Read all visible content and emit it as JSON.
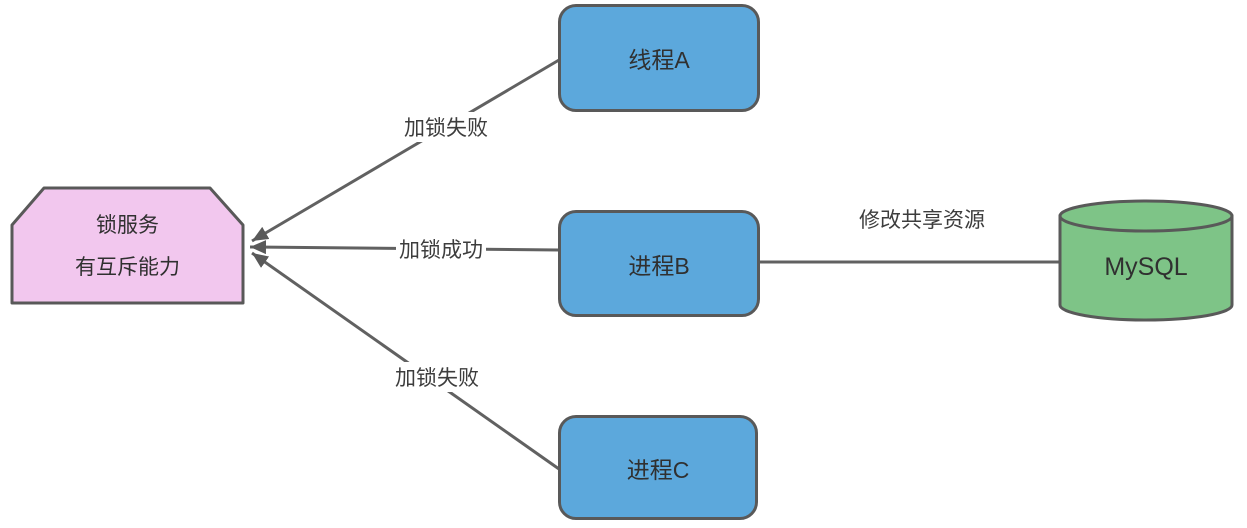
{
  "diagram": {
    "lock_service": {
      "title": "锁服务",
      "subtitle": "有互斥能力"
    },
    "nodes": {
      "thread_a": {
        "label": "线程A"
      },
      "process_b": {
        "label": "进程B"
      },
      "process_c": {
        "label": "进程C"
      },
      "mysql": {
        "label": "MySQL"
      }
    },
    "edge_labels": {
      "thread_a_to_lock": "加锁失败",
      "process_b_to_lock": "加锁成功",
      "process_c_to_lock": "加锁失败",
      "process_b_to_mysql": "修改共享资源"
    },
    "colors": {
      "process_fill": "#5CA8DC",
      "lock_fill": "#F2C7EE",
      "db_fill": "#7EC487",
      "border": "#595959",
      "connector": "#616161",
      "text": "#333333"
    }
  }
}
